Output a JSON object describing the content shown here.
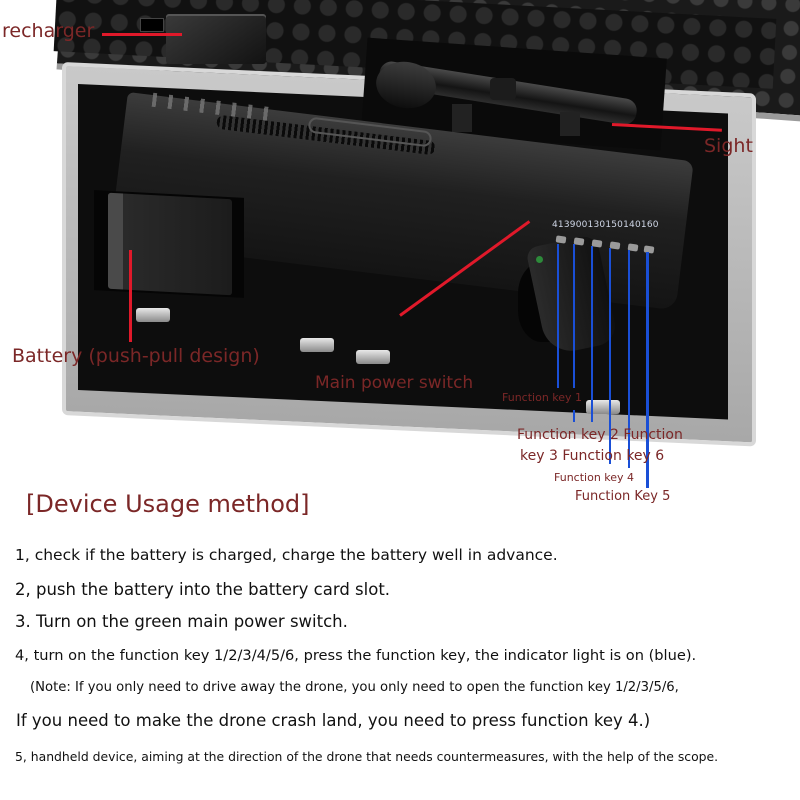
{
  "callouts": {
    "recharger": "recharger",
    "sight": "Sight",
    "battery": "Battery (push-pull design)",
    "main_power_switch": "Main power switch",
    "function_key_1": "Function key 1",
    "function_key_2_line1": "Function key 2 Function",
    "function_key_2_line2": "key 3 Function key 6",
    "function_key_4": "Function key 4",
    "function_key_5": "Function Key 5"
  },
  "device_code": "413900130150140160",
  "colors": {
    "label": "#7b2727",
    "red_leader": "#e0192a",
    "blue_leader": "#1a4fd6"
  },
  "usage": {
    "heading": "[Device Usage method]",
    "steps": [
      "1, check if the battery is charged, charge the battery well in advance.",
      "2, push the battery into the battery card slot.",
      "3. Turn on the green main power switch.",
      "4, turn on the function key 1/2/3/4/5/6, press the function key, the indicator light is on (blue).",
      "(Note: If you only need to drive away the drone, you only need to open the function key 1/2/3/5/6,",
      "If you need to make the drone crash land, you need to press function key 4.)",
      "5, handheld device, aiming at the direction of the drone that needs countermeasures, with the help of the scope."
    ]
  }
}
